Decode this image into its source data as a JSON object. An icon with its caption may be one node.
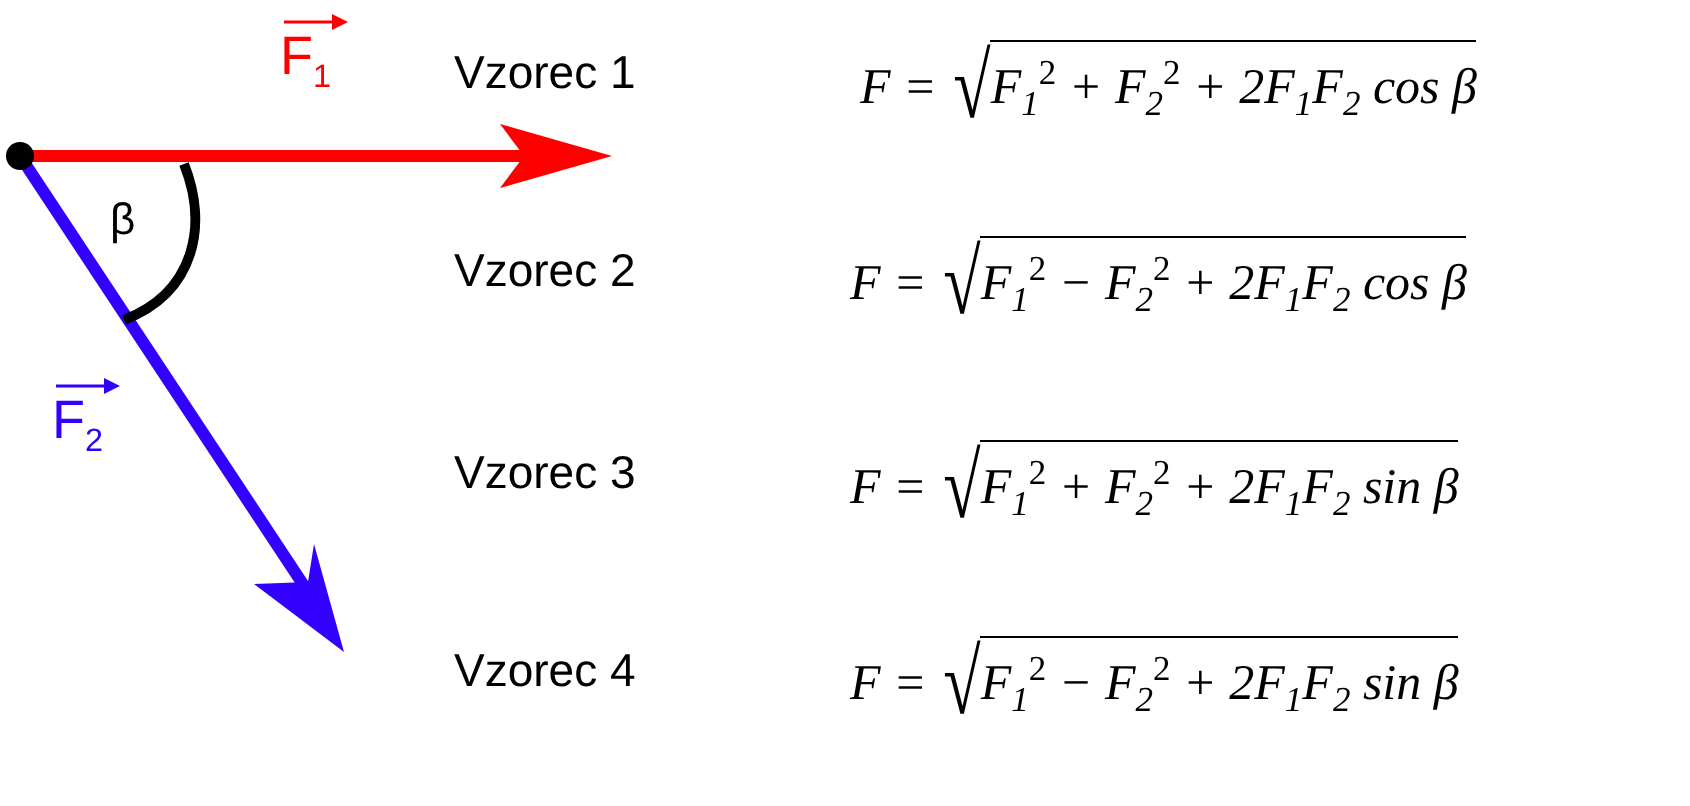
{
  "diagram": {
    "labels": [
      "F$_{1}$",
      "Vzorec 1",
      "F = √F$_{1}$$^{2}$ + F$_{2}$$^{2}$ + 2F$_{1}$F$_{2}$ cos β",
      "β",
      "Vzorec 2",
      "F = √F$_{1}$$^{2}$ − F$_{2}$$^{2}$ + 2F$_{1}$F$_{2}$ cos β",
      "F$_{2}$",
      "Vzorec 3",
      "F = √F$_{1}$$^{2}$ + F$_{2}$$^{2}$ + 2F$_{1}$F$_{2}$ sin β",
      "Vzorec 4",
      "F = √F$_{1}$$^{2}$ − F$_{2}$$^{2}$ + 2F$_{1}$F$_{2}$ sin β"
    ]
  }
}
